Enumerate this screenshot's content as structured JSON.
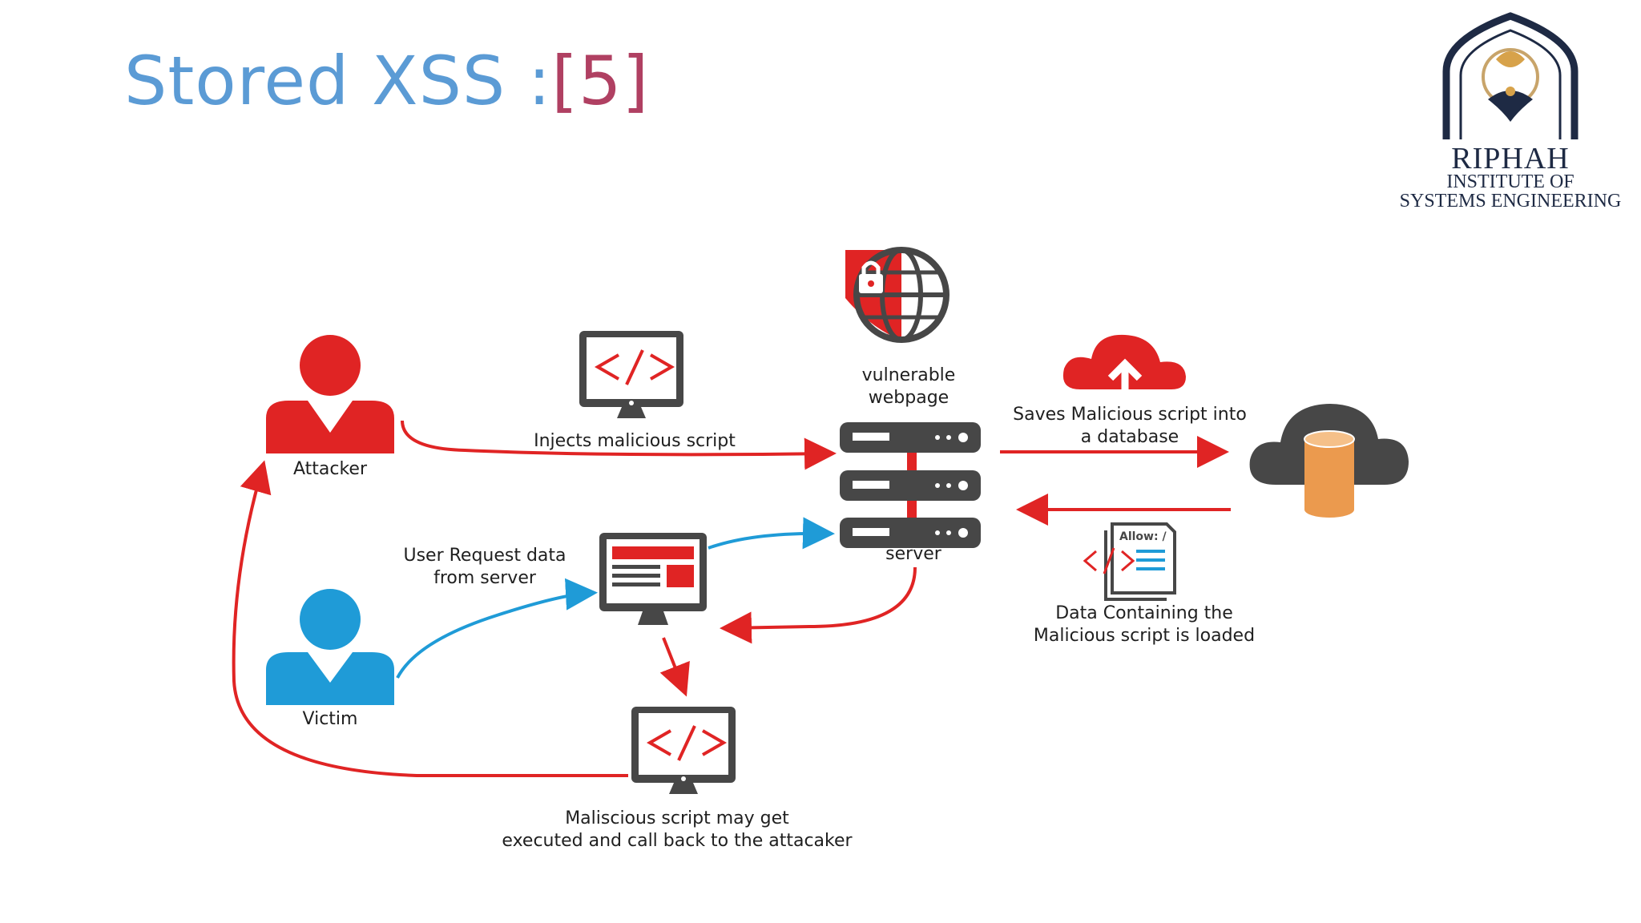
{
  "slide": {
    "title": "Stored XSS :",
    "title_ref": "[5]"
  },
  "logo": {
    "line1": "RIPHAH",
    "line2": "INSTITUTE OF",
    "line3": "SYSTEMS ENGINEERING"
  },
  "diagram": {
    "attacker_label": "Attacker",
    "victim_label": "Victim",
    "injects_label": "Injects malicious script",
    "vulnerable_line1": "vulnerable",
    "vulnerable_line2": "webpage",
    "server_label": "server",
    "saves_line1": "Saves Malicious script into",
    "saves_line2": "a database",
    "user_request_line1": "User Request data",
    "user_request_line2": "from server",
    "data_containing_line1": "Data Containing the",
    "data_containing_line2": "Malicious script is loaded",
    "allow_tag": "Allow: /",
    "malicious_exec_line1": "Maliscious script may get",
    "malicious_exec_line2": "executed and call back to the attacaker"
  },
  "colors": {
    "red": "#e02424",
    "blue": "#1f9bd7",
    "dark": "#474747",
    "orange": "#eb9a4e"
  }
}
